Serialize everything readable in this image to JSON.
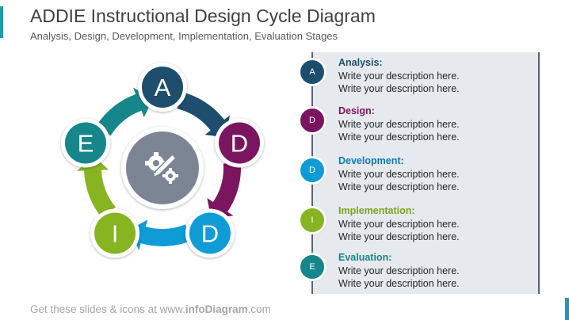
{
  "header": {
    "title": "ADDIE Instructional Design Cycle Diagram",
    "subtitle": "Analysis, Design, Development, Implementation, Evaluation Stages"
  },
  "cycle": {
    "nodes": [
      {
        "letter": "A",
        "color": "#1d4e6e"
      },
      {
        "letter": "D",
        "color": "#7c1560"
      },
      {
        "letter": "D",
        "color": "#0e9bd6"
      },
      {
        "letter": "I",
        "color": "#86b521"
      },
      {
        "letter": "E",
        "color": "#16868a"
      }
    ],
    "center_icon": "gear-pencil-icon",
    "center_color": "#7c8594"
  },
  "stages": [
    {
      "letter": "A",
      "title": "Analysis:",
      "line1": "Write your description here.",
      "line2": "Write your description here.",
      "color": "#1d4e6e"
    },
    {
      "letter": "D",
      "title": "Design:",
      "line1": "Write your description here.",
      "line2": "Write your description here.",
      "color": "#7c1560"
    },
    {
      "letter": "D",
      "title": "Development:",
      "line1": "Write your description here.",
      "line2": "Write your description here.",
      "color": "#0e9bd6"
    },
    {
      "letter": "I",
      "title": "Implementation:",
      "line1": "Write your description here.",
      "line2": "Write your description here.",
      "color": "#86b521"
    },
    {
      "letter": "E",
      "title": "Evaluation:",
      "line1": "Write your description here.",
      "line2": "Write your description here.",
      "color": "#16868a"
    }
  ],
  "footer": {
    "prefix": "Get these slides & icons at www.",
    "brand": "infoDiagram",
    "suffix": ".com"
  }
}
